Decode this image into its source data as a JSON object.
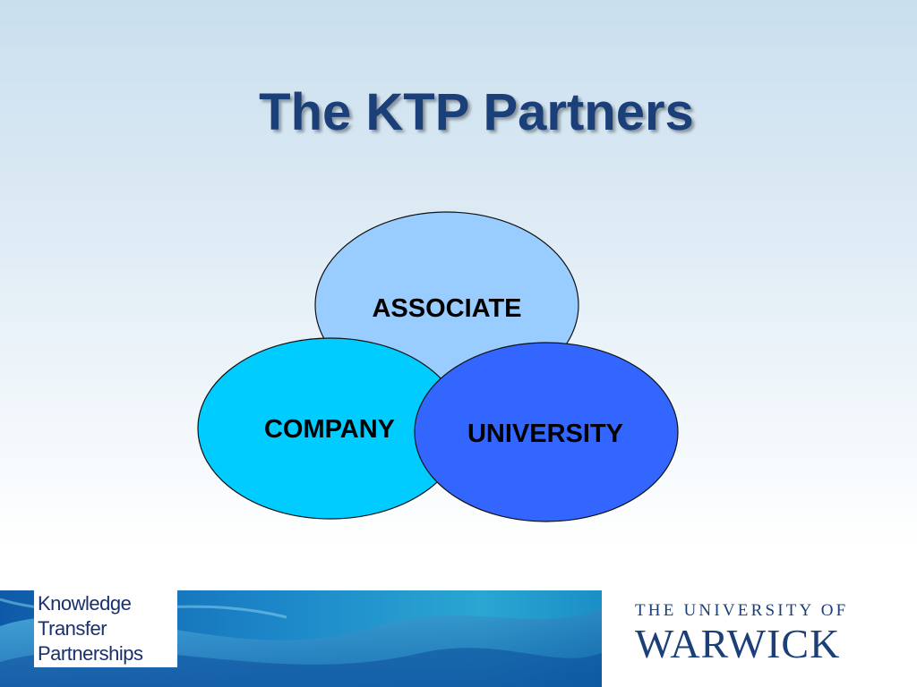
{
  "slide": {
    "title": "The KTP Partners"
  },
  "venn": {
    "circles": [
      {
        "label": "ASSOCIATE",
        "color": "#99ccff"
      },
      {
        "label": "COMPANY",
        "color": "#00ccff"
      },
      {
        "label": "UNIVERSITY",
        "color": "#3366ff"
      }
    ]
  },
  "footer": {
    "ktp_logo": {
      "line1": "Knowledge",
      "line2": "Transfer",
      "line3": "Partnerships"
    },
    "university_logo": {
      "line1": "THE UNIVERSITY OF",
      "line2": "WARWICK"
    },
    "band_colors": [
      "#1a6fbf",
      "#2a9fd0",
      "#0e4e9e"
    ]
  }
}
